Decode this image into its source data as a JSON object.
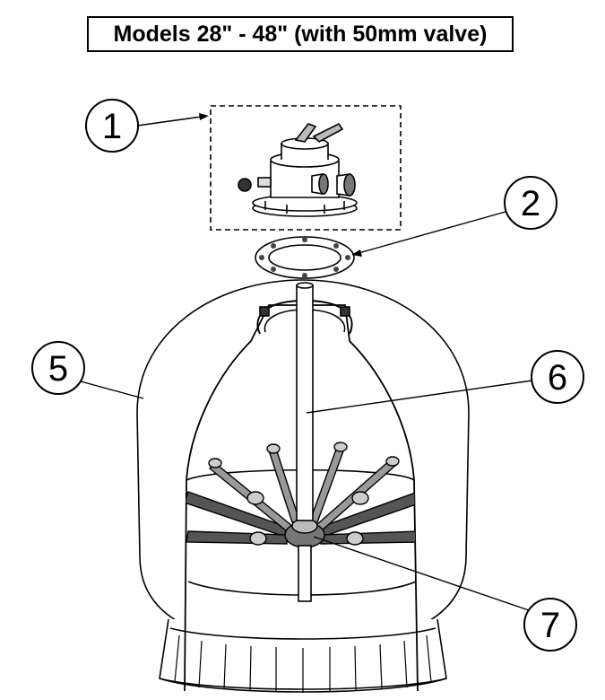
{
  "title": "Models 28\" - 48\" (with 50mm valve)",
  "callouts": [
    "1",
    "2",
    "5",
    "6",
    "7"
  ],
  "colors": {
    "ink": "#000000",
    "background": "#ffffff"
  }
}
